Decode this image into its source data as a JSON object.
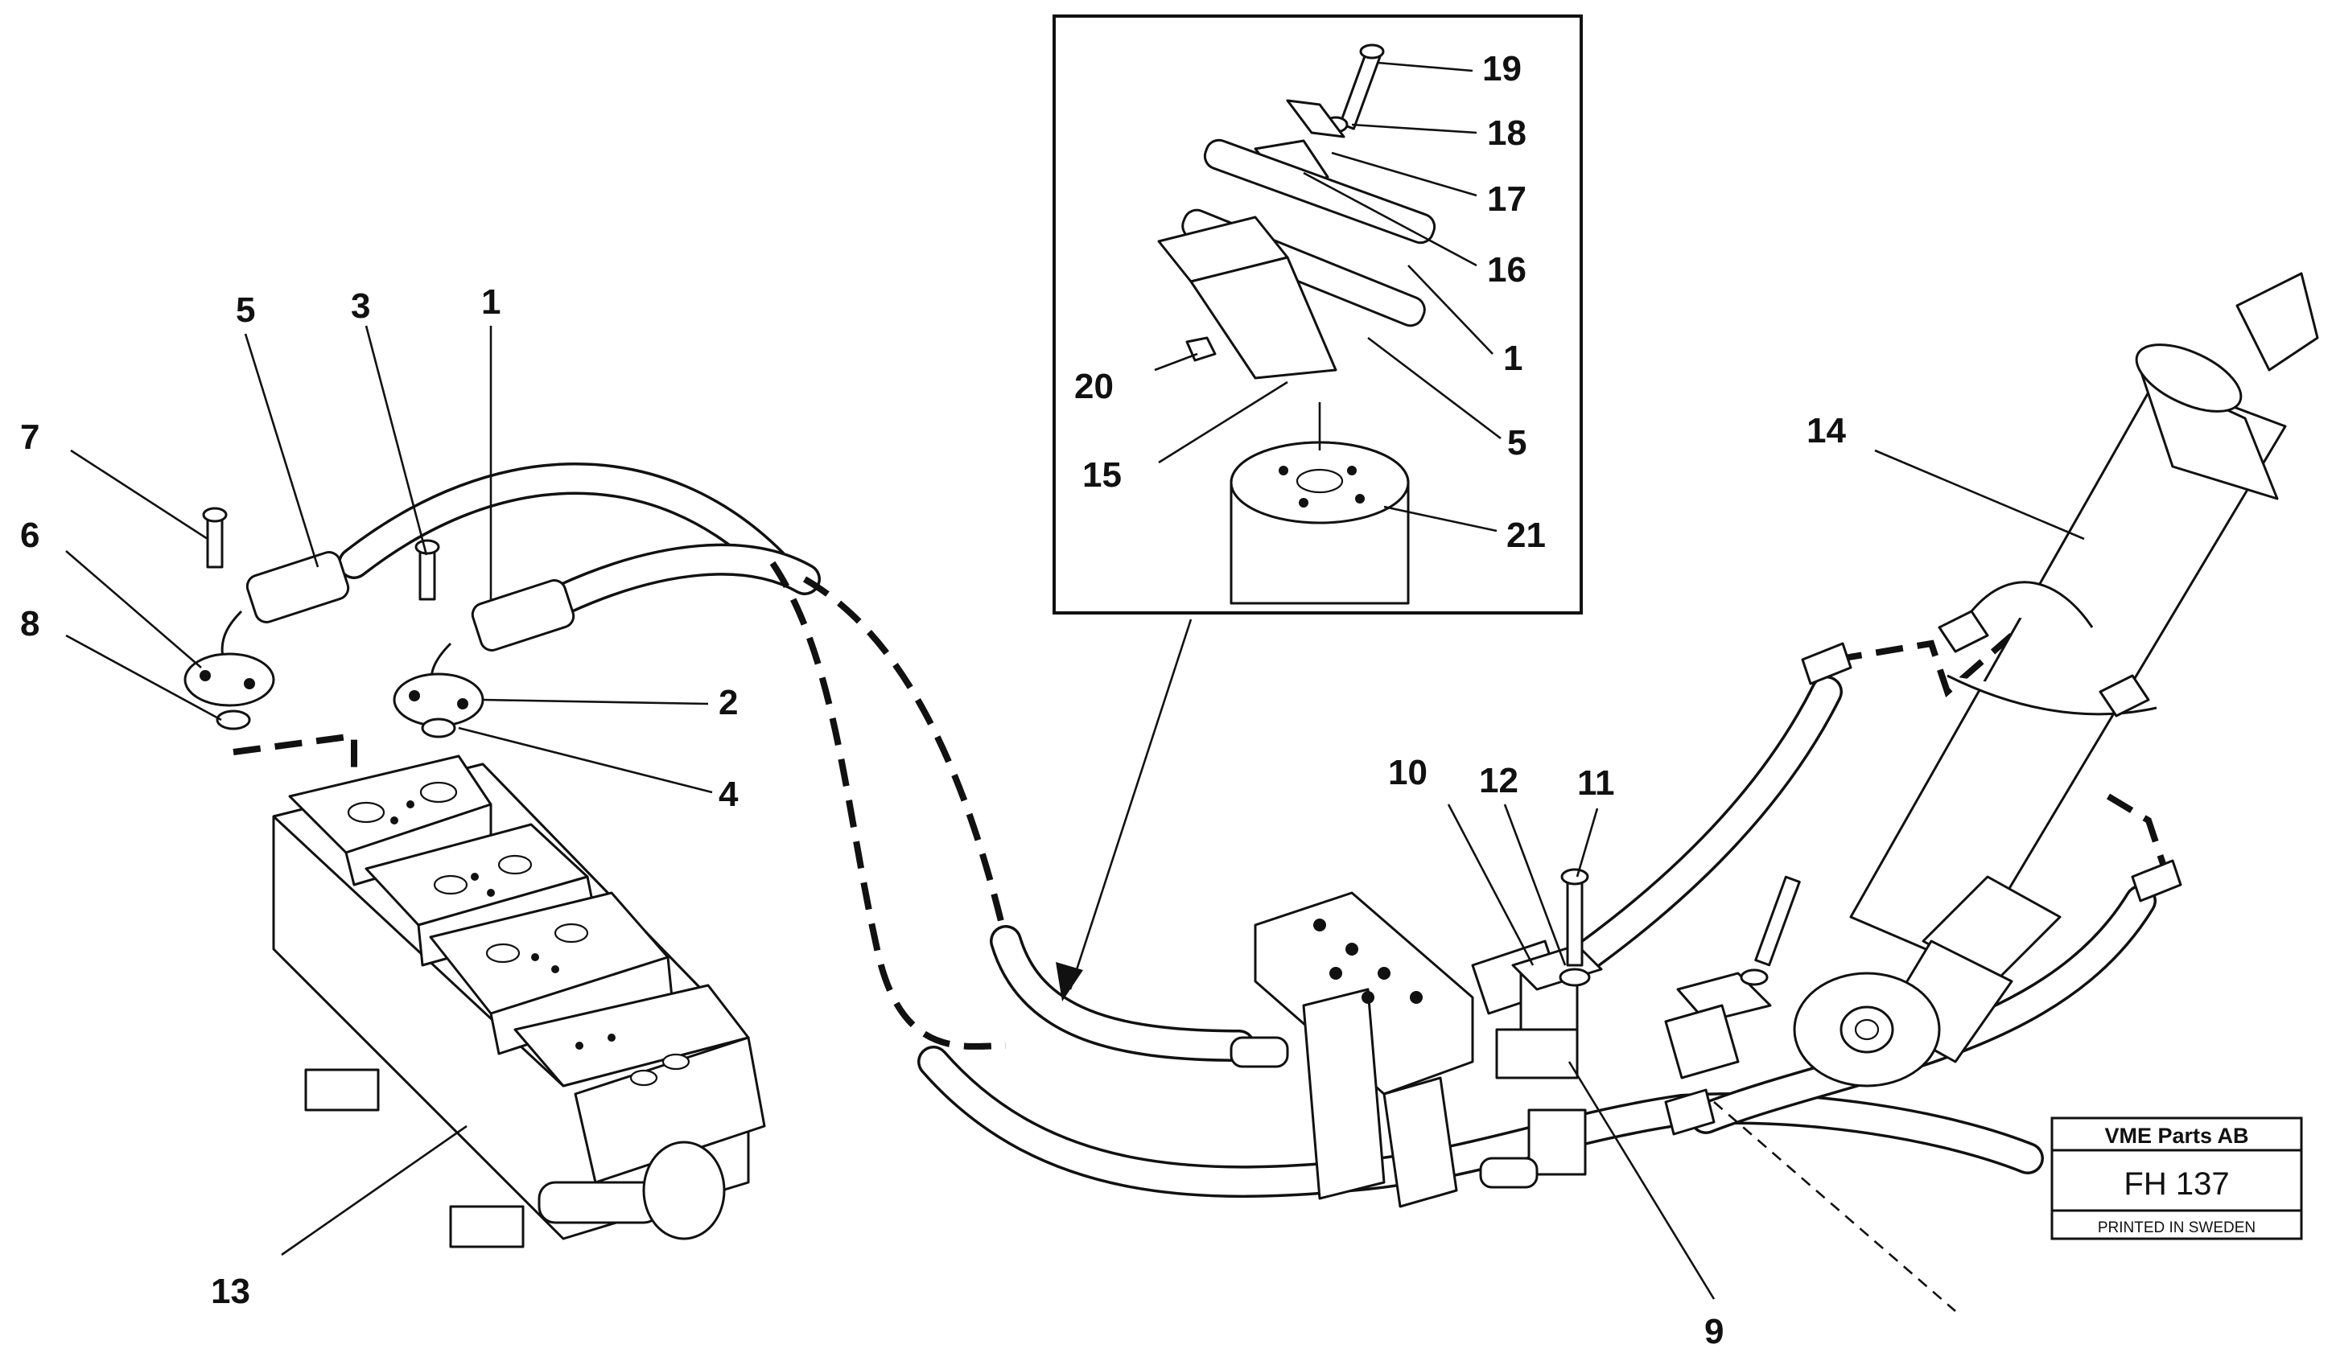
{
  "callouts": [
    {
      "id": "c19",
      "text": "19"
    },
    {
      "id": "c18",
      "text": "18"
    },
    {
      "id": "c17",
      "text": "17"
    },
    {
      "id": "c16",
      "text": "16"
    },
    {
      "id": "c1_inset",
      "text": "1"
    },
    {
      "id": "c20",
      "text": "20"
    },
    {
      "id": "c5_inset",
      "text": "5"
    },
    {
      "id": "c15",
      "text": "15"
    },
    {
      "id": "c21",
      "text": "21"
    },
    {
      "id": "c5",
      "text": "5"
    },
    {
      "id": "c3",
      "text": "3"
    },
    {
      "id": "c1",
      "text": "1"
    },
    {
      "id": "c7",
      "text": "7"
    },
    {
      "id": "c6",
      "text": "6"
    },
    {
      "id": "c8",
      "text": "8"
    },
    {
      "id": "c2",
      "text": "2"
    },
    {
      "id": "c4",
      "text": "4"
    },
    {
      "id": "c14",
      "text": "14"
    },
    {
      "id": "c10",
      "text": "10"
    },
    {
      "id": "c12",
      "text": "12"
    },
    {
      "id": "c11",
      "text": "11"
    },
    {
      "id": "c13",
      "text": "13"
    },
    {
      "id": "c9",
      "text": "9"
    }
  ],
  "stamp": {
    "company": "VME Parts AB",
    "code": "FH 137",
    "origin": "PRINTED IN SWEDEN"
  }
}
